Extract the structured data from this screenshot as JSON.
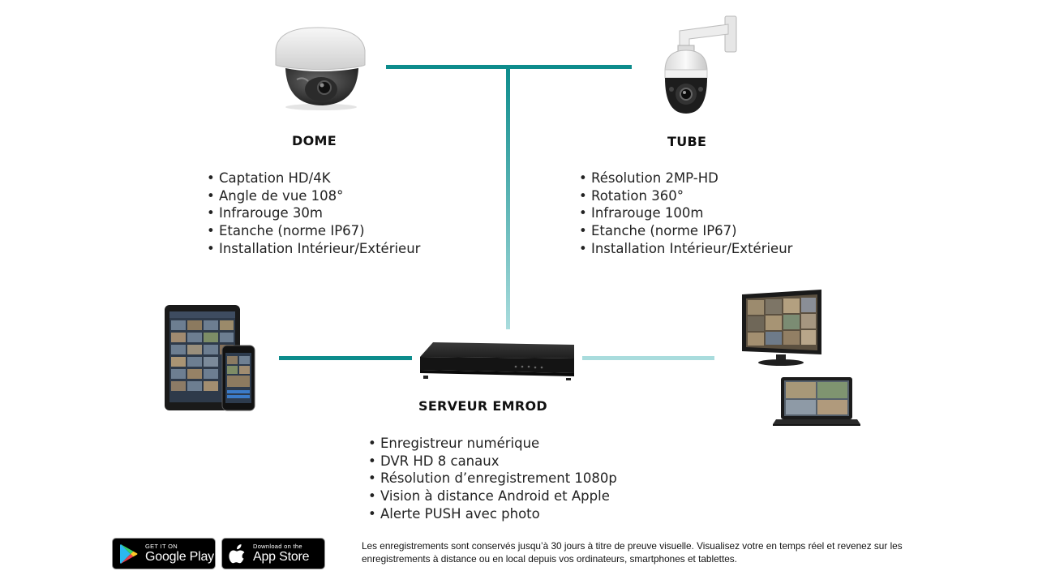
{
  "dome": {
    "title": "DOME",
    "features": [
      "Captation HD/4K",
      "Angle de vue 108°",
      "Infrarouge 30m",
      "Etanche (norme IP67)",
      "Installation Intérieur/Extérieur"
    ]
  },
  "tube": {
    "title": "TUBE",
    "features": [
      "Résolution 2MP-HD",
      "Rotation 360°",
      "Infrarouge 100m",
      "Etanche (norme IP67)",
      "Installation Intérieur/Extérieur"
    ]
  },
  "serveur": {
    "title": "SERVEUR EMROD",
    "features": [
      "Enregistreur numérique",
      "DVR HD 8 canaux",
      "Résolution d’enregistrement 1080p",
      "Vision à distance Android et Apple",
      "Alerte PUSH avec photo"
    ]
  },
  "google_play": {
    "small": "GET IT ON",
    "big": "Google Play"
  },
  "app_store": {
    "small": "Download on the",
    "big": "App Store"
  },
  "footer": "Les enregistrements sont conservés jusqu’à 30 jours à titre de preuve visuelle. Visualisez votre en temps réel et revenez sur les enregistrements à distance ou en local depuis vos ordinateurs, smartphones et tablettes.",
  "colors": {
    "teal": "#0d8c8c",
    "teal_light": "#a9dcdd"
  },
  "icons": {
    "dome_camera": "dome-camera-icon",
    "ptz_camera": "ptz-camera-icon",
    "tablet_phone": "tablet-phone-icon",
    "dvr": "dvr-recorder-icon",
    "monitor_laptop": "monitor-laptop-icon",
    "google_play": "google-play-icon",
    "apple": "apple-icon"
  }
}
